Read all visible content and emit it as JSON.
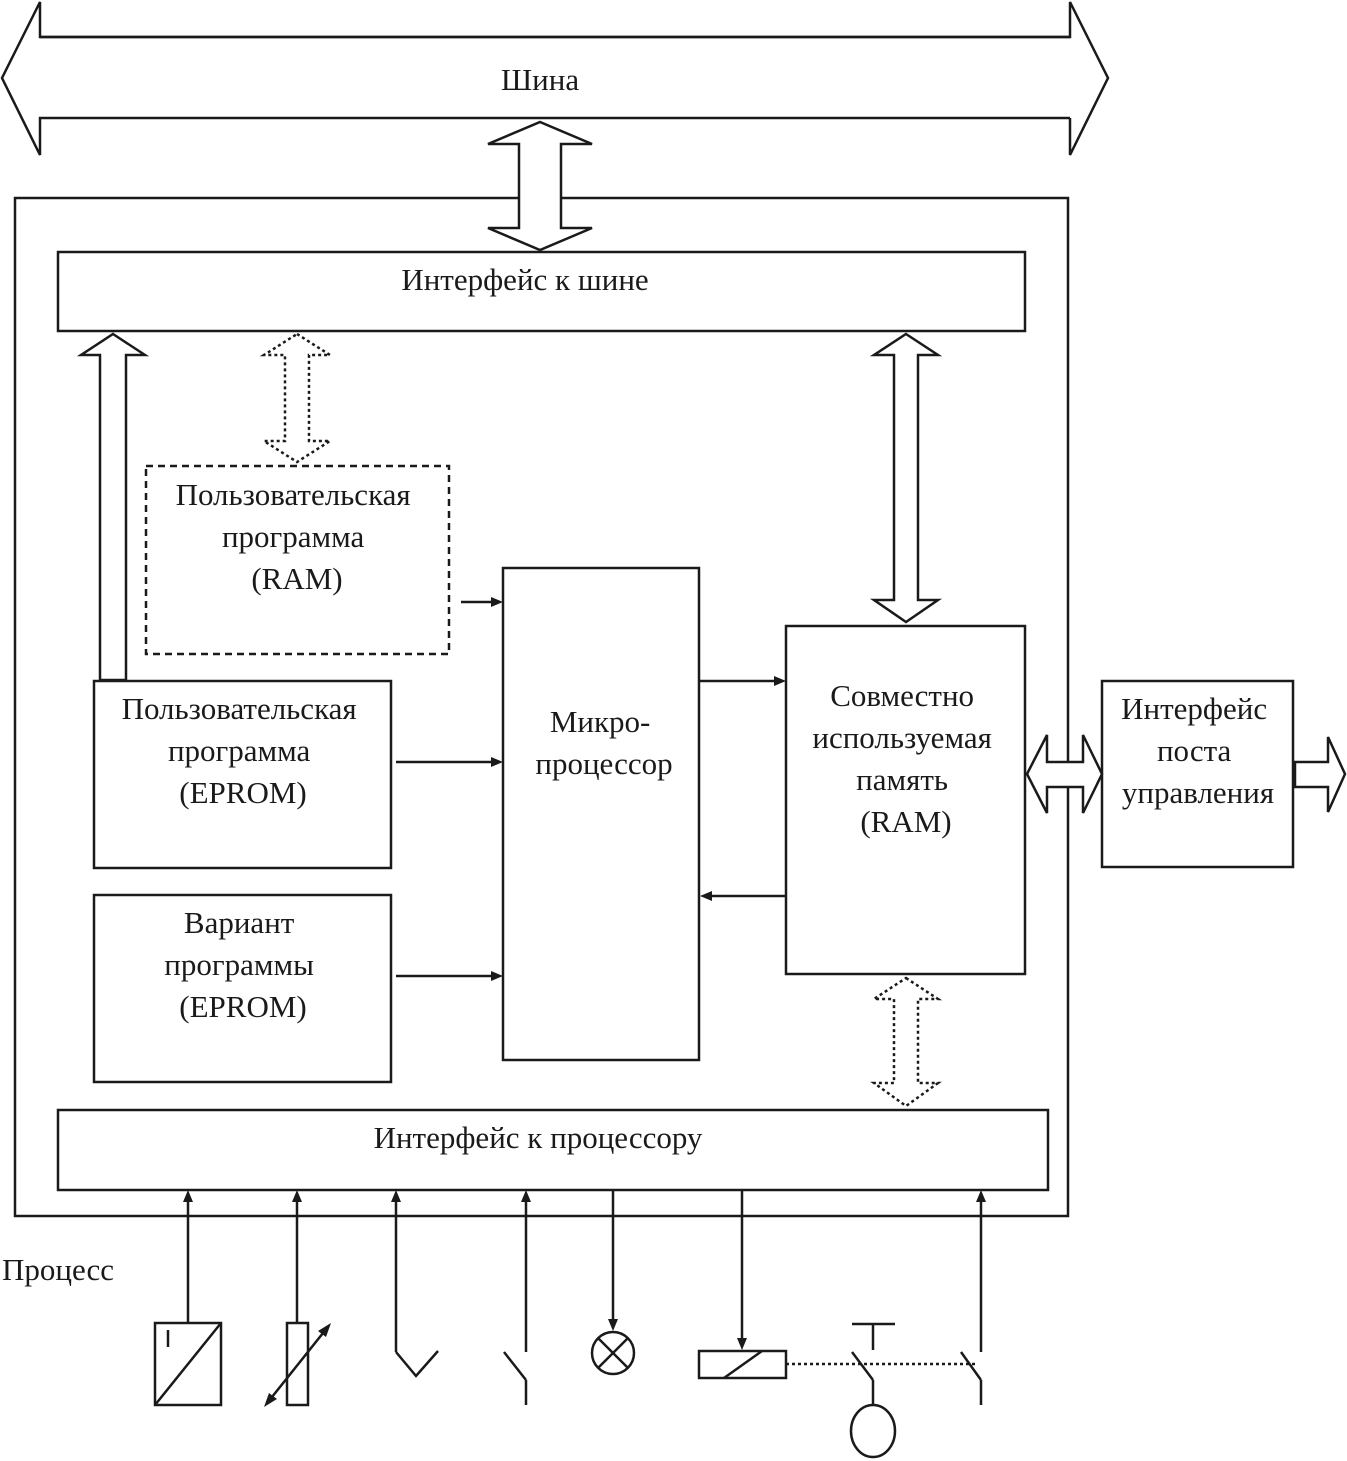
{
  "bus": {
    "label": "Шина"
  },
  "bus_interface": {
    "label": "Интерфейс к шине"
  },
  "user_program_ram": {
    "lines": [
      "Пользовательская",
      "программа",
      "(RAM)"
    ]
  },
  "user_program_eprom": {
    "lines": [
      "Пользовательская",
      "программа",
      "(EPROM)"
    ]
  },
  "program_variant_eprom": {
    "lines": [
      "Вариант",
      "программы",
      "(EPROM)"
    ]
  },
  "microprocessor": {
    "lines": [
      "Микро-",
      "процессор"
    ]
  },
  "shared_memory": {
    "lines": [
      "Совместно",
      "используемая",
      "память",
      "(RAM)"
    ]
  },
  "control_post_interface": {
    "lines": [
      "Интерфейс",
      "поста",
      "управления"
    ]
  },
  "processor_interface": {
    "label": "Интерфейс к процессору"
  },
  "process": {
    "label": "Процесс"
  }
}
